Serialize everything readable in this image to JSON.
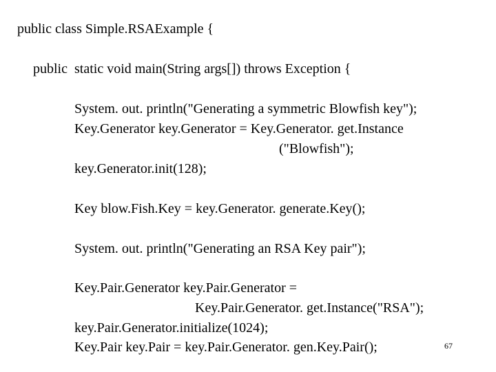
{
  "slide": {
    "background_color": "#ffffff",
    "text_color": "#000000",
    "page_number": "67",
    "code_lines": [
      {
        "id": "class_declaration",
        "text": "public class Simple.RSAExample {"
      },
      {
        "id": "main_signature",
        "text": "public  static void main(String args[]) throws Exception {"
      },
      {
        "id": "println_blowfish_msg",
        "text": "System. out. println(\"Generating a symmetric Blowfish key\");"
      },
      {
        "id": "keygenerator_declaration",
        "text": "Key.Generator key.Generator = Key.Generator. get.Instance"
      },
      {
        "id": "blowfish_argument",
        "text": "(\"Blowfish\");"
      },
      {
        "id": "keygenerator_init",
        "text": "key.Generator.init(128);"
      },
      {
        "id": "blowfish_key_generate",
        "text": "Key blow.Fish.Key = key.Generator. generate.Key();"
      },
      {
        "id": "println_rsa_msg",
        "text": "System. out. println(\"Generating an RSA Key pair\");"
      },
      {
        "id": "keypairgen_declaration",
        "text": "Key.Pair.Generator key.Pair.Generator ="
      },
      {
        "id": "keypairgen_instance",
        "text": "Key.Pair.Generator. get.Instance(\"RSA\");"
      },
      {
        "id": "keypairgen_initialize",
        "text": "key.Pair.Generator.initialize(1024);"
      },
      {
        "id": "keypair_generate",
        "text": "Key.Pair key.Pair = key.Pair.Generator. gen.Key.Pair();"
      }
    ]
  }
}
